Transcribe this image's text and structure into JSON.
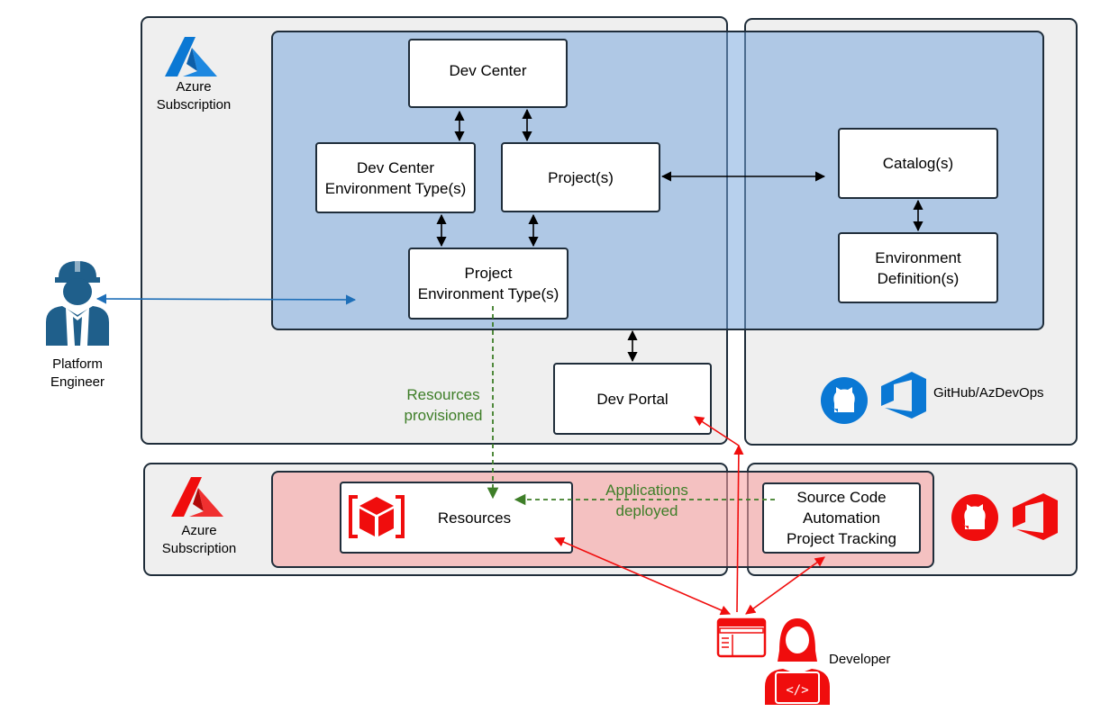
{
  "platform": {
    "subscription_label": "Azure\nSubscription",
    "dev_center": "Dev Center",
    "dev_center_env_types": "Dev Center\nEnvironment Type(s)",
    "projects": "Project(s)",
    "project_env_types": "Project\nEnvironment Type(s)",
    "dev_portal": "Dev Portal",
    "catalogs": "Catalog(s)",
    "env_definitions": "Environment\nDefinition(s)",
    "repo_label": "GitHub/AzDevOps"
  },
  "workload": {
    "subscription_label": "Azure\nSubscription",
    "resources": "Resources",
    "source_code": "Source Code\nAutomation\nProject Tracking"
  },
  "flows": {
    "resources_provisioned": "Resources\nprovisioned",
    "applications_deployed": "Applications\ndeployed"
  },
  "actors": {
    "platform_engineer": "Platform\nEngineer",
    "developer": "Developer"
  },
  "colors": {
    "azure_blue": "#0a78d4",
    "dark_blue": "#1f5f8b",
    "red": "#f00d0d",
    "green": "#3e7e28",
    "border": "#1f2d3a"
  }
}
